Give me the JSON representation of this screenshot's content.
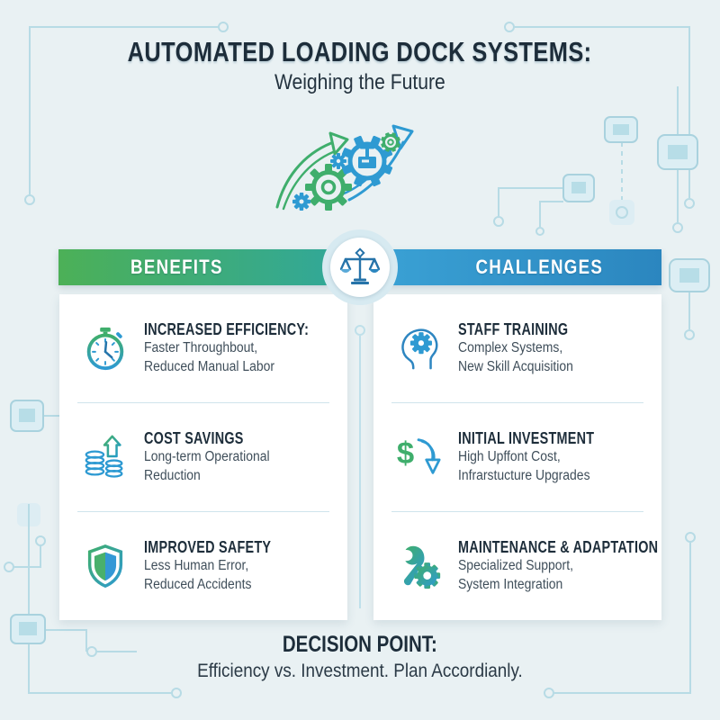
{
  "title": {
    "main": "AUTOMATED LOADING DOCK SYSTEMS:",
    "sub": "Weighing the Future"
  },
  "comparison": {
    "benefits_label": "BENEFITS",
    "challenges_label": "CHALLENGES",
    "center_icon": "balance-scale-icon"
  },
  "benefits": {
    "items": [
      {
        "icon": "stopwatch-icon",
        "title": "INCREASED EFFICIENCY:",
        "line1": "Faster Throughbout,",
        "line2": "Reduced Manual Labor"
      },
      {
        "icon": "coins-arrow-icon",
        "title": "COST SAVINGS",
        "line1": "Long-term Operational",
        "line2": "Reduction"
      },
      {
        "icon": "shield-icon",
        "title": "IMPROVED SAFETY",
        "line1": "Less Human Error,",
        "line2": "Reduced Accidents"
      }
    ]
  },
  "challenges": {
    "items": [
      {
        "icon": "head-gear-icon",
        "title": "STAFF TRAINING",
        "line1": "Complex Systems,",
        "line2": "New Skill Acquisition"
      },
      {
        "icon": "dollar-down-arrow-icon",
        "title": "INITIAL INVESTMENT",
        "line1": "High Upffont Cost,",
        "line2": "Infrarstucture Upgrades"
      },
      {
        "icon": "wrench-gear-icon",
        "title": "MAINTENANCE & ADAPTATION",
        "line1": "Specialized Support,",
        "line2": "System Integration"
      }
    ]
  },
  "footer": {
    "title": "DECISION POINT:",
    "subtitle": "Efficiency vs. Investment. Plan Accordianly."
  },
  "colors": {
    "background": "#e9f1f3",
    "navy_text": "#1d2d3a",
    "body_text": "#3f4e5a",
    "green": "#3fae6c",
    "teal": "#2fa79e",
    "blue": "#2e9ad2",
    "blue_dark": "#2b86bf",
    "circuit": "#b7dbe5"
  }
}
